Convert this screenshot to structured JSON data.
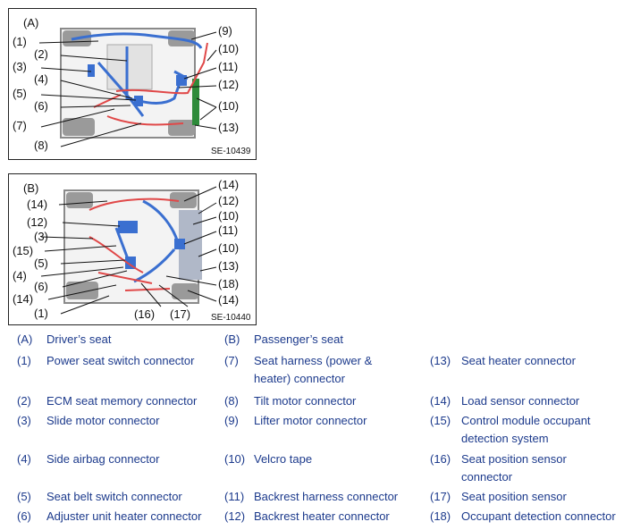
{
  "figA": {
    "letter": "(A)",
    "code": "SE-10439",
    "callouts": [
      "(1)",
      "(2)",
      "(3)",
      "(4)",
      "(5)",
      "(6)",
      "(7)",
      "(8)",
      "(9)",
      "(10)",
      "(11)",
      "(12)",
      "(10)",
      "(13)"
    ]
  },
  "figB": {
    "letter": "(B)",
    "code": "SE-10440",
    "callouts": [
      "(14)",
      "(12)",
      "(3)",
      "(15)",
      "(5)",
      "(4)",
      "(6)",
      "(14)",
      "(1)",
      "(16)",
      "(17)",
      "(14)",
      "(12)",
      "(10)",
      "(11)",
      "(10)",
      "(13)",
      "(18)",
      "(14)"
    ]
  },
  "legend": [
    {
      "n": "(A)",
      "t": "Driver’s seat"
    },
    {
      "n": "(B)",
      "t": "Passenger’s seat"
    },
    {
      "n": "(1)",
      "t": "Power seat switch connector"
    },
    {
      "n": "(7)",
      "t": "Seat harness (power & heater) connector"
    },
    {
      "n": "(13)",
      "t": "Seat heater connector"
    },
    {
      "n": "(2)",
      "t": "ECM seat memory connector"
    },
    {
      "n": "(8)",
      "t": "Tilt motor connector"
    },
    {
      "n": "(14)",
      "t": "Load sensor connector"
    },
    {
      "n": "(3)",
      "t": "Slide motor connector"
    },
    {
      "n": "(9)",
      "t": "Lifter motor connector"
    },
    {
      "n": "(15)",
      "t": "Control module occupant detection system"
    },
    {
      "n": "(4)",
      "t": "Side airbag connector"
    },
    {
      "n": "(10)",
      "t": "Velcro tape"
    },
    {
      "n": "(16)",
      "t": "Seat position sensor connector"
    },
    {
      "n": "(5)",
      "t": "Seat belt switch connector"
    },
    {
      "n": "(11)",
      "t": "Backrest harness connector"
    },
    {
      "n": "(17)",
      "t": "Seat position sensor"
    },
    {
      "n": "(6)",
      "t": "Adjuster unit heater connector"
    },
    {
      "n": "(12)",
      "t": "Backrest heater connector"
    },
    {
      "n": "(18)",
      "t": "Occupant detection connector"
    }
  ],
  "colors": {
    "legend_text": "#1c3a8c",
    "harness_blue": "#3a6fd0",
    "harness_red": "#e04848",
    "harness_green": "#2e8b3a",
    "frame_gray": "#8a8a8a"
  }
}
